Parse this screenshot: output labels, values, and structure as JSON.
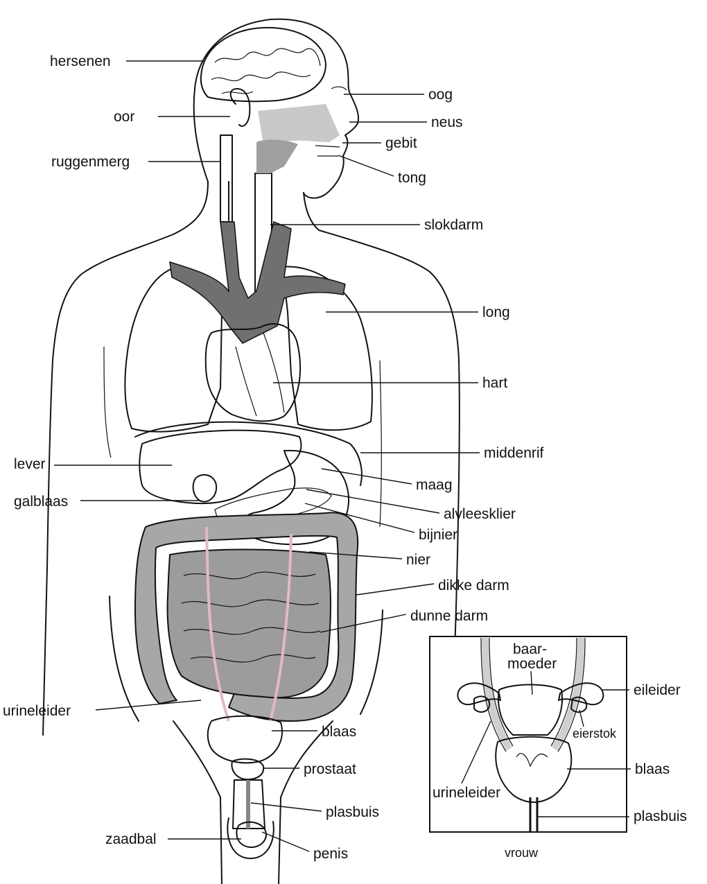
{
  "colors": {
    "organ_pink": "#d98fb1",
    "light_pink": "#f5d3e2",
    "lung_grey": "#dcdcdc",
    "vessel_grey": "#7a7a7a",
    "bowel_grey": "#a7a7a7",
    "line": "#111111"
  },
  "labels": {
    "hersenen": "hersenen",
    "oor": "oor",
    "ruggenmerg": "ruggenmerg",
    "oog": "oog",
    "neus": "neus",
    "gebit": "gebit",
    "tong": "tong",
    "slokdarm": "slokdarm",
    "long": "long",
    "hart": "hart",
    "middenrif": "middenrif",
    "lever": "lever",
    "galblaas": "galblaas",
    "maag": "maag",
    "alvleesklier": "alvleesklier",
    "bijnier": "bijnier",
    "nier": "nier",
    "dikke_darm": "dikke darm",
    "dunne_darm": "dunne darm",
    "urineleider": "urineleider",
    "blaas": "blaas",
    "prostaat": "prostaat",
    "plasbuis": "plasbuis",
    "zaadbal": "zaadbal",
    "penis": "penis"
  },
  "inset": {
    "baarmoeder_1": "baar-",
    "baarmoeder_2": "moeder",
    "eileider": "eileider",
    "eierstok": "eierstok",
    "blaas": "blaas",
    "urineleider": "urineleider",
    "plasbuis": "plasbuis",
    "caption": "vrouw"
  }
}
